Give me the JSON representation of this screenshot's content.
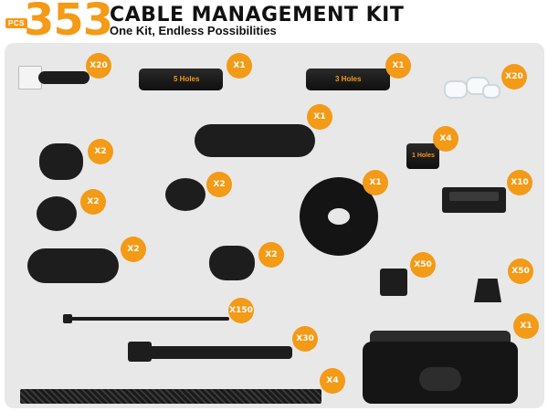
{
  "header": {
    "pcs_label": "PCS",
    "count": "353",
    "title": "CABLE MANAGEMENT KIT",
    "subtitle": "One Kit, Endless Possibilities"
  },
  "items": [
    {
      "name": "adhesive-velcro-strap",
      "qty": "X20"
    },
    {
      "name": "cable-sleeve-5-holes",
      "qty": "X1",
      "label": "5 Holes"
    },
    {
      "name": "cable-sleeve-3-holes",
      "qty": "X1",
      "label": "3 Holes"
    },
    {
      "name": "clear-cable-clips",
      "qty": "X20"
    },
    {
      "name": "cable-organizer-7-slot",
      "qty": "X1"
    },
    {
      "name": "cable-sleeve-1-hole",
      "qty": "X4",
      "label": "1 Holes"
    },
    {
      "name": "cable-holder-3-slot",
      "qty": "X2"
    },
    {
      "name": "cable-holder-1-slot-a",
      "qty": "X2"
    },
    {
      "name": "cable-holder-1-slot-b",
      "qty": "X2"
    },
    {
      "name": "velcro-roll",
      "qty": "X1"
    },
    {
      "name": "cable-raceway",
      "qty": "X10"
    },
    {
      "name": "cable-holder-5-slot",
      "qty": "X2"
    },
    {
      "name": "cable-holder-3-slot-b",
      "qty": "X2"
    },
    {
      "name": "cable-clip-square",
      "qty": "X50"
    },
    {
      "name": "adhesive-mount",
      "qty": "X50"
    },
    {
      "name": "zip-tie",
      "qty": "X150"
    },
    {
      "name": "velcro-tie",
      "qty": "X30"
    },
    {
      "name": "braided-sleeve",
      "qty": "X4"
    },
    {
      "name": "cable-management-box",
      "qty": "X1"
    }
  ],
  "colors": {
    "accent": "#f39a17",
    "panel": "#e8e8e8",
    "product": "#1d1d1d"
  }
}
